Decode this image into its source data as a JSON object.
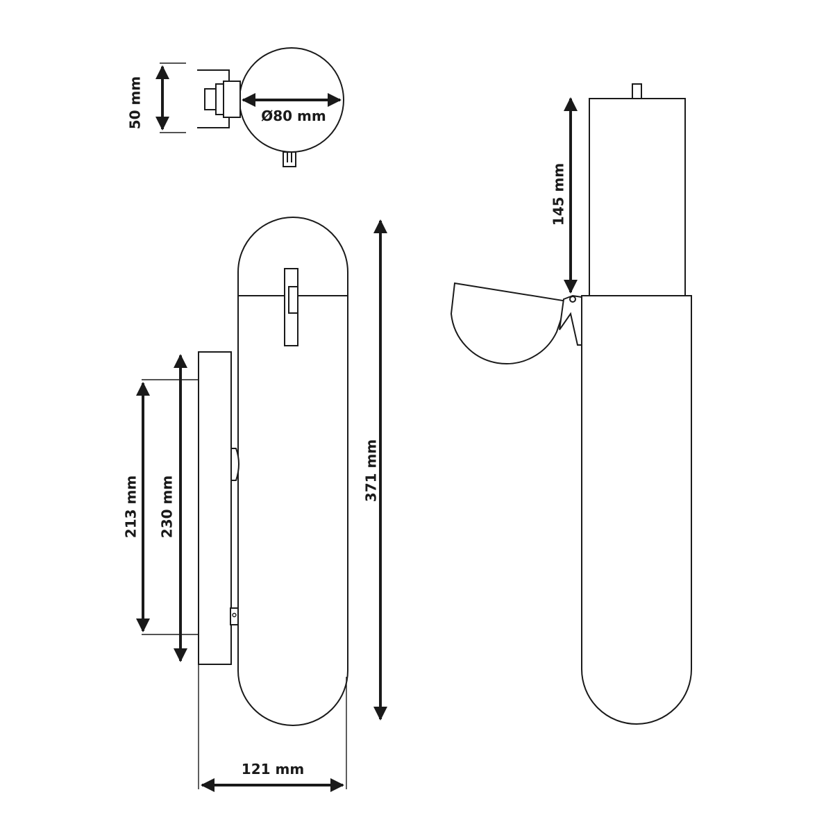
{
  "diagram": {
    "title": "",
    "top_view": {
      "diameter_label": "Ø80 mm",
      "depth_label": "50 mm"
    },
    "front_view": {
      "height_label": "371 mm",
      "width_label": "121 mm",
      "bracket_label_outer": "230 mm",
      "bracket_label_inner": "213 mm"
    },
    "side_view": {
      "lid_height_label": "145 mm"
    },
    "colors": {
      "stroke": "#1a1a1a",
      "background": "#ffffff"
    }
  }
}
